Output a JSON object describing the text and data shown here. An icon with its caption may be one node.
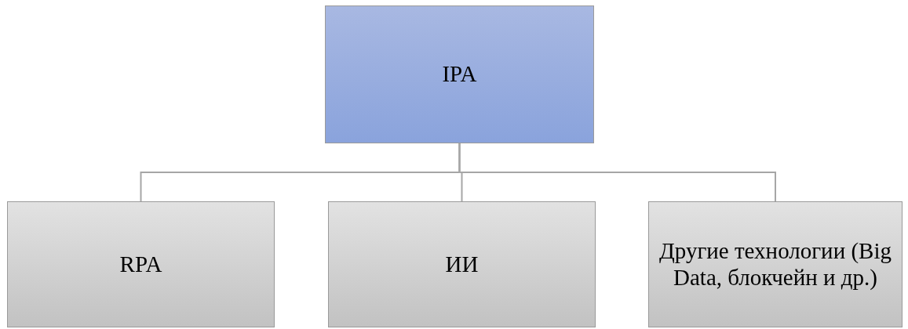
{
  "diagram": {
    "nodes": [
      {
        "text": [
          "IPA"
        ]
      },
      {
        "text": [
          "RPA"
        ]
      },
      {
        "text": [
          "ИИ"
        ]
      },
      {
        "text": [
          "Другие технологии (Big Data, блокчейн и др.)"
        ]
      }
    ],
    "edges": [
      {
        "from": 0,
        "to": 1,
        "arrow": "none"
      },
      {
        "from": 0,
        "to": 2,
        "arrow": "none"
      },
      {
        "from": 0,
        "to": 3,
        "arrow": "none"
      }
    ]
  }
}
